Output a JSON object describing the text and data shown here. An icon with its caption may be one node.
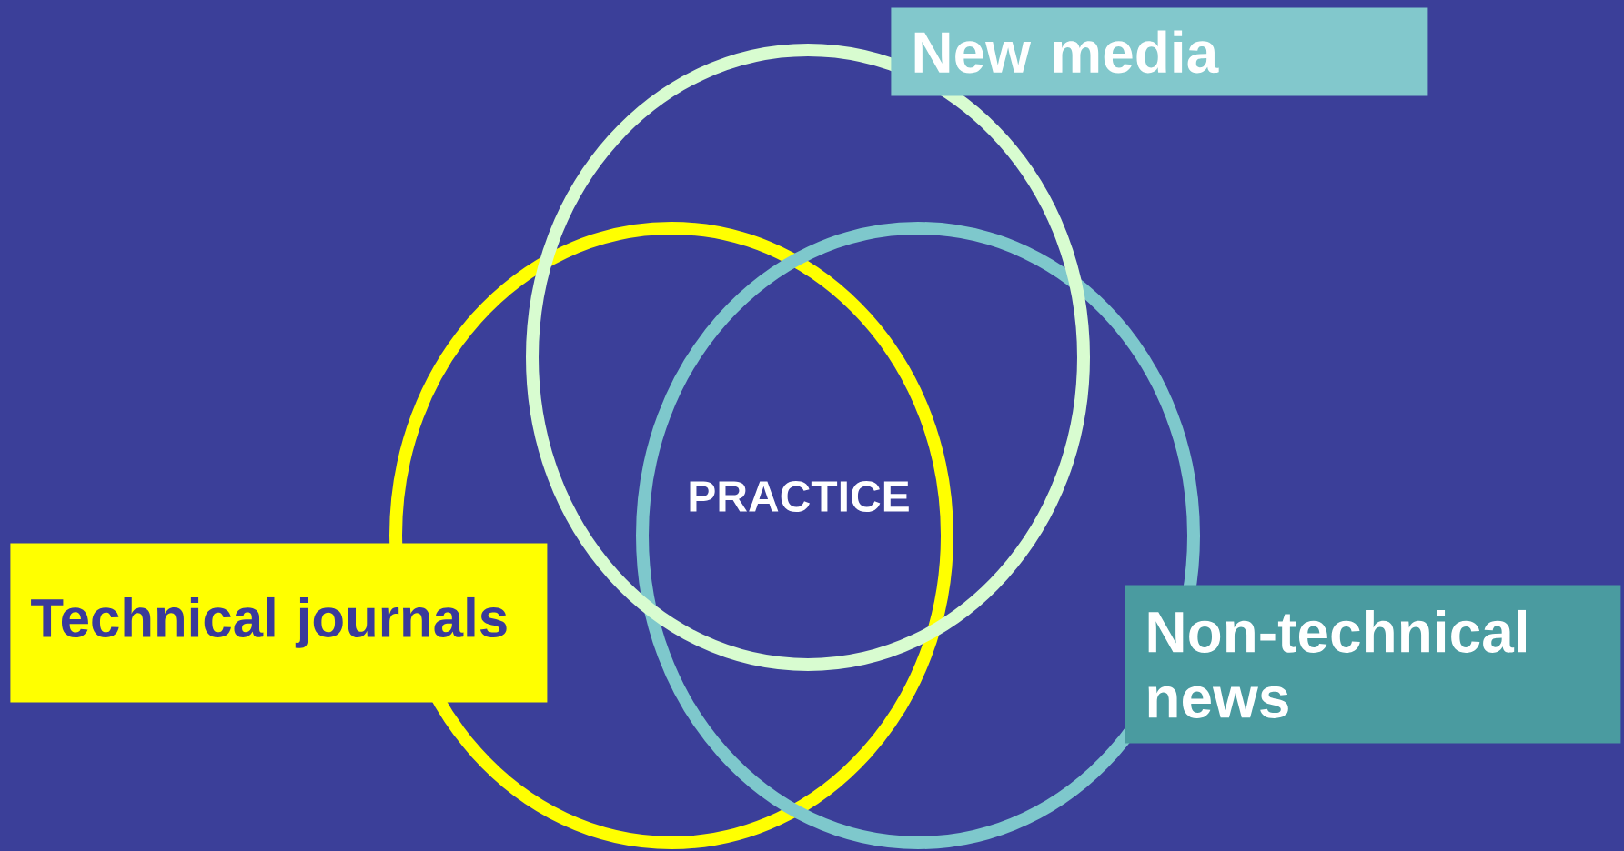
{
  "diagram": {
    "nodes": [
      {
        "text": [
          "New media"
        ]
      },
      {
        "text": [],
        "shape": "circle"
      },
      {
        "text": [],
        "shape": "circle"
      },
      {
        "text": [],
        "shape": "circle"
      },
      {
        "text": [
          "Technical journals"
        ]
      },
      {
        "text": [
          "Non-technical news"
        ]
      }
    ],
    "labels": [
      "PRACTICE"
    ]
  }
}
